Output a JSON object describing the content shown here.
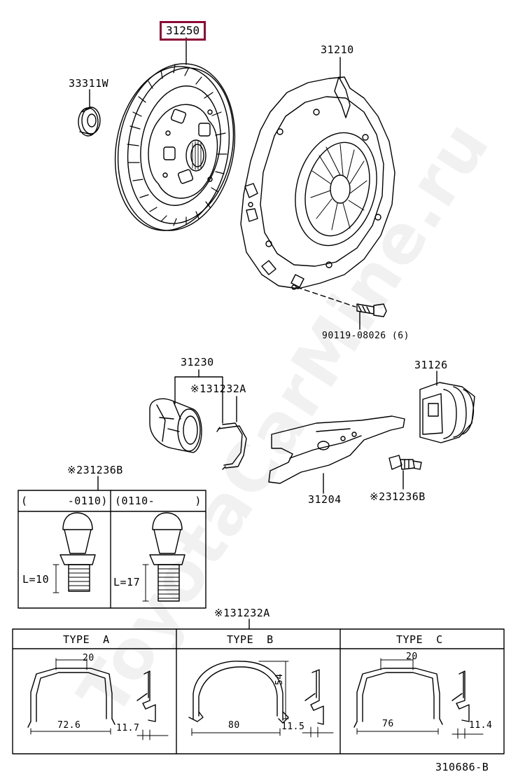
{
  "parts": {
    "clutch_disc": "31250",
    "pilot_bearing": "33311W",
    "clutch_cover": "31210",
    "bolt": "90119-08026 (6)",
    "release_bearing_assy": "31230",
    "release_clip": "※131232A",
    "boot": "31126",
    "release_fork": "31204",
    "fork_support": "※231236B",
    "fork_support_top": "※231236B"
  },
  "support_table": {
    "col1_header": "(      -0110)",
    "col2_header": "(0110-      )",
    "col1_length": "L=10",
    "col2_length": "L=17"
  },
  "clip_table": {
    "title": "※131232A",
    "types": [
      {
        "label": "TYPE  A",
        "top": "20",
        "width": "72.6",
        "thickness": "11.7"
      },
      {
        "label": "TYPE  B",
        "height": "54",
        "width": "80",
        "thickness": "11.5"
      },
      {
        "label": "TYPE  C",
        "top": "20",
        "width": "76",
        "thickness": "11.4"
      }
    ]
  },
  "diagram_code": "310686-B",
  "watermark": "ToyotaCarMine.ru",
  "colors": {
    "highlight": "#8b0a36",
    "line": "#000000"
  }
}
